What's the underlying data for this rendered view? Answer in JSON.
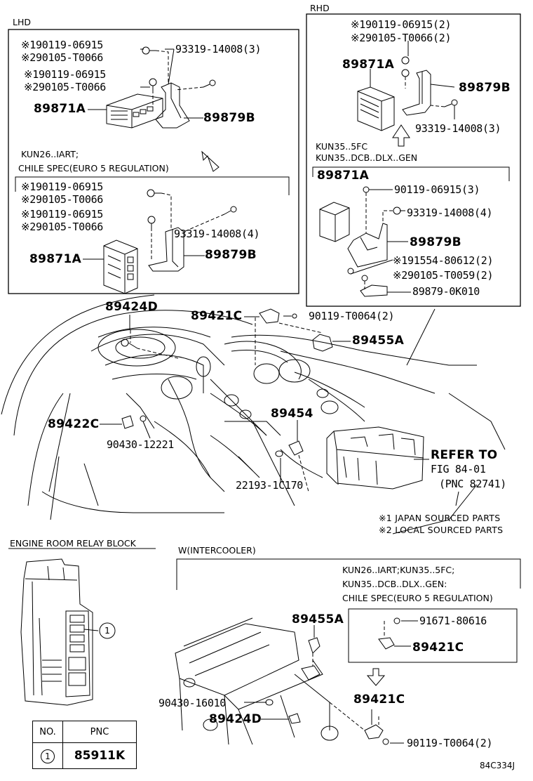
{
  "lhd": {
    "title": "LHD",
    "upper": {
      "s1a": "※190119-06915",
      "s2a": "※290105-T0066",
      "s1b": "※190119-06915",
      "s2b": "※290105-T0066",
      "bolt": "93319-14008(3)",
      "ecu": "89871A",
      "bracket": "89879B"
    },
    "cond1": "KUN26..IART;",
    "cond2": "CHILE SPEC(EURO 5 REGULATION)",
    "lower": {
      "s1a": "※190119-06915",
      "s2a": "※290105-T0066",
      "s1b": "※190119-06915",
      "s2b": "※290105-T0066",
      "bolt": "93319-14008(4)",
      "ecu": "89871A",
      "bracket": "89879B"
    }
  },
  "rhd": {
    "title": "RHD",
    "s1": "※190119-06915(2)",
    "s2": "※290105-T0066(2)",
    "ecu": "89871A",
    "bracket": "89879B",
    "bolt": "93319-14008(3)",
    "cond1": "KUN35..5FC",
    "cond2": "KUN35..DCB..DLX..GEN",
    "sub": {
      "ecu": "89871A",
      "screw": "90119-06915(3)",
      "bolt": "93319-14008(4)",
      "bracket": "89879B",
      "s1": "※191554-80612(2)",
      "s2": "※290105-T0059(2)",
      "bracket2": "89879-0K010"
    }
  },
  "engine": {
    "p89424d": "89424D",
    "p89421c": "89421C",
    "p90119": "90119-T0064(2)",
    "p89455a": "89455A",
    "p89422c": "89422C",
    "p89454": "89454",
    "p90430": "90430-12221",
    "p22193": "22193-1C170",
    "refer1": "REFER TO",
    "refer2": "FIG 84-01",
    "refer3": "(PNC 82741)"
  },
  "notes": {
    "n1": "※1 JAPAN SOURCED PARTS",
    "n2": "※2 LOCAL SOURCED PARTS"
  },
  "relay": {
    "title": "ENGINE ROOM RELAY BLOCK",
    "callout": "1",
    "table": {
      "col_no": "NO.",
      "col_pnc": "PNC",
      "row_no": "1",
      "row_pnc": "85911K"
    }
  },
  "intercooler": {
    "title": "W(INTERCOOLER)",
    "cond1": "KUN26..IART;KUN35..5FC;",
    "cond2": "KUN35..DCB..DLX..GEN:",
    "cond3": "CHILE SPEC(EURO 5 REGULATION)",
    "p89455a": "89455A",
    "p91671": "91671-80616",
    "p89421c_box": "89421C",
    "p89421c": "89421C",
    "p90430": "90430-16010",
    "p89424d": "89424D",
    "p90119": "90119-T0064(2)"
  },
  "figure_code": "84C334J"
}
